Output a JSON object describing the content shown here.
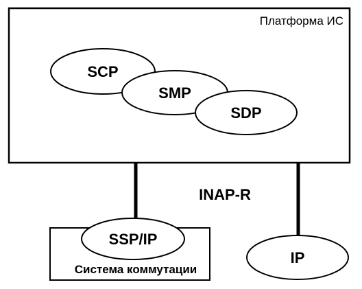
{
  "platform": {
    "title": "Платформа ИС"
  },
  "nodes": {
    "scp": "SCP",
    "smp": "SMP",
    "sdp": "SDP",
    "ssp_ip": "SSP/IP",
    "ip": "IP"
  },
  "protocol": {
    "label": "INAP-R"
  },
  "switching": {
    "title": "Система коммутации"
  }
}
